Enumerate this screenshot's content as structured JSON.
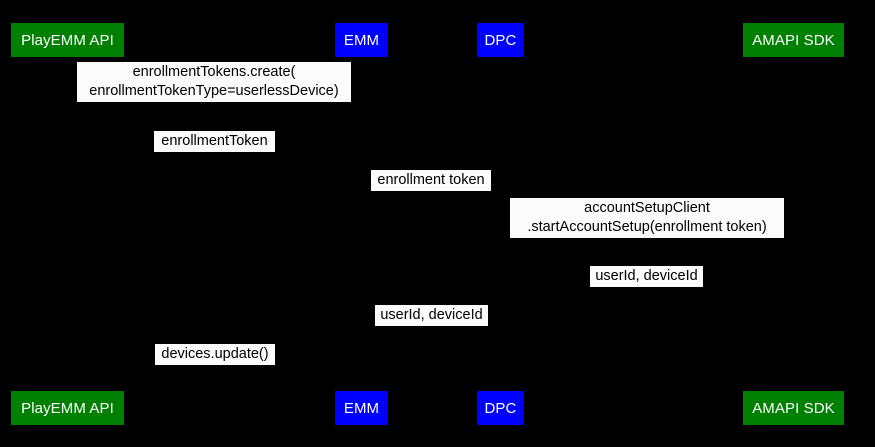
{
  "diagram": {
    "type": "sequence-diagram",
    "title": "",
    "background_color": "#000000",
    "label_background_color": "#fbfbfb",
    "label_text_color": "#000000",
    "participant_text_color": "#ffffff"
  },
  "participants": [
    {
      "id": "playemm-api",
      "label": "PlayEMM API",
      "color": "#008000",
      "color_name": "green"
    },
    {
      "id": "emm",
      "label": "EMM",
      "color": "#0000ff",
      "color_name": "blue"
    },
    {
      "id": "dpc",
      "label": "DPC",
      "color": "#0000ff",
      "color_name": "blue"
    },
    {
      "id": "amapi-sdk",
      "label": "AMAPI SDK",
      "color": "#008000",
      "color_name": "green"
    }
  ],
  "participants_footer": [
    {
      "id": "playemm-api",
      "label": "PlayEMM API",
      "color": "#008000",
      "color_name": "green"
    },
    {
      "id": "emm",
      "label": "EMM",
      "color": "#0000ff",
      "color_name": "blue"
    },
    {
      "id": "dpc",
      "label": "DPC",
      "color": "#0000ff",
      "color_name": "blue"
    },
    {
      "id": "amapi-sdk",
      "label": "AMAPI SDK",
      "color": "#008000",
      "color_name": "green"
    }
  ],
  "messages": [
    {
      "seq": 1,
      "from": "emm",
      "to": "playemm-api",
      "label": "enrollmentTokens.create(\nenrollmentTokenType=userlessDevice)"
    },
    {
      "seq": 2,
      "from": "playemm-api",
      "to": "emm",
      "label": "enrollmentToken"
    },
    {
      "seq": 3,
      "from": "emm",
      "to": "dpc",
      "label": "enrollment token"
    },
    {
      "seq": 4,
      "from": "dpc",
      "to": "amapi-sdk",
      "label": "accountSetupClient\n.startAccountSetup(enrollment token)"
    },
    {
      "seq": 5,
      "from": "amapi-sdk",
      "to": "dpc",
      "label": "userId, deviceId"
    },
    {
      "seq": 6,
      "from": "dpc",
      "to": "emm",
      "label": "userId, deviceId"
    },
    {
      "seq": 7,
      "from": "emm",
      "to": "playemm-api",
      "label": "devices.update()"
    }
  ]
}
